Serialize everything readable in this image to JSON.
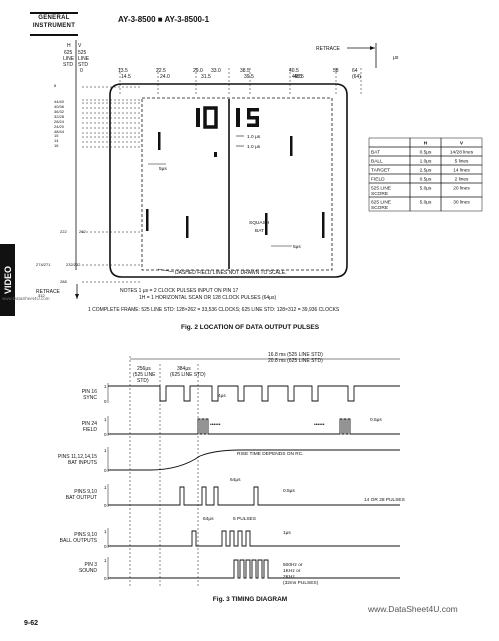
{
  "header": {
    "logo_line1": "GENERAL",
    "logo_line2": "INSTRUMENT",
    "title": "AY-3-8500 ■ AY-3-8500-1"
  },
  "side_tab": {
    "label": "VIDEO"
  },
  "figure2": {
    "caption": "Fig. 2 LOCATION OF DATA OUTPUT PULSES",
    "col_h": "H",
    "col_v": "V",
    "col_625": "625",
    "col_525": "525",
    "col_line1": "LINE",
    "col_line2": "LINE",
    "col_std1": "STD",
    "col_std2": "STD",
    "retrace_label": "RETRACE",
    "us_label": "μs",
    "h_ticks": [
      "0",
      "13.5",
      "14.5",
      "22.5",
      "24.0",
      "29.0",
      "31.5",
      "33.0",
      "38.5",
      "39.5",
      "40.5",
      "49.5",
      "48.5",
      "58",
      "64",
      "(64)"
    ],
    "v_ticks_upper": [
      "8",
      "44/40",
      "40/36",
      "36/32",
      "32/28",
      "28/24",
      "24/20",
      "48/44",
      "15",
      "14",
      "16"
    ],
    "v_ticks_lower": [
      "222",
      "262",
      "274/271",
      "232/232",
      "288",
      "312"
    ],
    "score_digits": "10 15",
    "pulse_1us_a": "1.0 μs",
    "pulse_1us_b": "1.0 μs",
    "pulse_5us": "5μs",
    "squash_label": "SQUASH",
    "bat_label": "BAT",
    "pulse_5us_b": "5μs",
    "dashed_note": "DASHED FIELD LINES NOT DRAWN TO SCALE.",
    "retrace_left": "RETRACE",
    "notes_line1": "NOTES 1 μs = 2 CLOCK PULSES INPUT ON PIN 17",
    "notes_line2": "1H = 1 HORIZONTAL SCAN OR 128 CLOCK PULSES (64μs)",
    "frame_note": "1 COMPLETE FRAME: 525 LINE STD: 128×262 = 33,536 CLOCKS; 625 LINE STD: 128×312 = 39,936 CLOCKS",
    "table": {
      "headers": [
        "",
        "H",
        "V"
      ],
      "rows": [
        [
          "BAT",
          "0.5μs",
          "14/28 lines"
        ],
        [
          "BALL",
          "1.0μs",
          "5 lines"
        ],
        [
          "TARGET",
          "2.5μs",
          "14 lines"
        ],
        [
          "FIELD",
          "0.5μs",
          "2 lines"
        ],
        [
          "525 LINE SCORE",
          "5.0μs",
          "20 lines"
        ],
        [
          "625 LINE SCORE",
          "5.0μs",
          "30 lines"
        ]
      ]
    }
  },
  "figure3": {
    "caption": "Fig. 3 TIMING DIAGRAM",
    "top_16": "16.8 ms (525 LINE STD)",
    "top_20": "20.8 ms (625 LINE STD)",
    "t_256": "256μs",
    "t_256b": "(525 LINE",
    "t_256c": "STD)",
    "t_384": "384μs",
    "t_384b": "(625 LINE STD)",
    "pin16_a": "PIN 16",
    "pin16_b": "SYNC",
    "pin24_a": "PIN 24",
    "pin24_b": "FIELD",
    "pins11_a": "PINS 11,12,14,15",
    "pins11_b": "BAT INPUTS",
    "pins910_a": "PINS 9,10",
    "pins910_b": "BAT OUTPUT",
    "pins910c_a": "PINS 9,10",
    "pins910c_b": "BALL OUTPUTS",
    "pin3_a": "PIN 3",
    "pin3_b": "SOUND",
    "lbl_4us": "4μs",
    "lbl_05us": "0.5μs",
    "rise_time": "RISE TIME DEPENDS ON RC.",
    "lbl_64us": "64μs",
    "lbl_05us_b": "0.5μs",
    "lbl_14or28": "14 OR 28 PULSES",
    "lbl_64us_b": "64μs",
    "lbl_5pulses": "5 PULSES",
    "lbl_1us": "1μs",
    "sound_1": "500Hz or",
    "sound_2": "1KHz or",
    "sound_3": "2KHz",
    "sound_4": "(32ms PULSES)",
    "level_1": "1",
    "level_0": "0"
  },
  "page_number": "9-62",
  "watermark": "www.DataSheet4U.com",
  "watermark_small": "www.DataSheet4U.com"
}
